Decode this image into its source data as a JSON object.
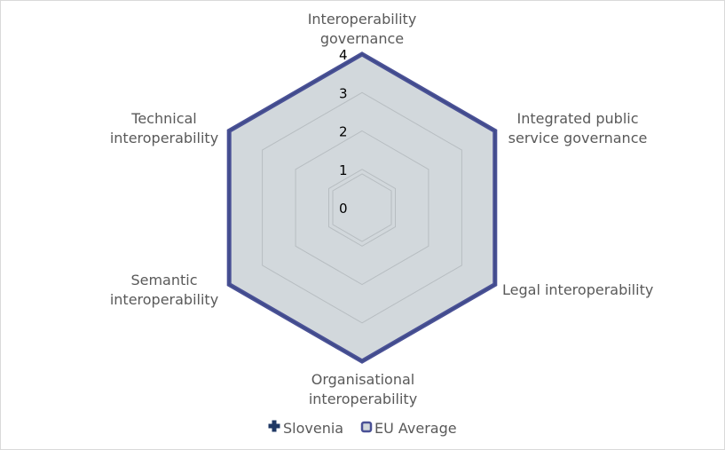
{
  "chart_data": {
    "type": "radar",
    "title": "",
    "axes": [
      [
        "Interoperability",
        "governance"
      ],
      [
        "Integrated public",
        "service governance"
      ],
      [
        "Legal interoperability"
      ],
      [
        "Organisational",
        "interoperability"
      ],
      [
        "Semantic",
        "interoperability"
      ],
      [
        "Technical",
        "interoperability"
      ]
    ],
    "rlim": [
      0,
      4
    ],
    "ticks": [
      "0",
      "1",
      "2",
      "3",
      "4"
    ],
    "grid": true,
    "legend_position": "bottom",
    "series": [
      {
        "name": "Slovenia",
        "values": [
          4,
          4,
          4,
          4,
          4,
          4
        ],
        "color": "#1f3864",
        "marker": "cross"
      },
      {
        "name": "EU Average",
        "values": [
          4,
          4,
          4,
          4,
          4,
          4
        ],
        "color": "#4a5196",
        "fill": "#d2d8dc"
      }
    ]
  }
}
